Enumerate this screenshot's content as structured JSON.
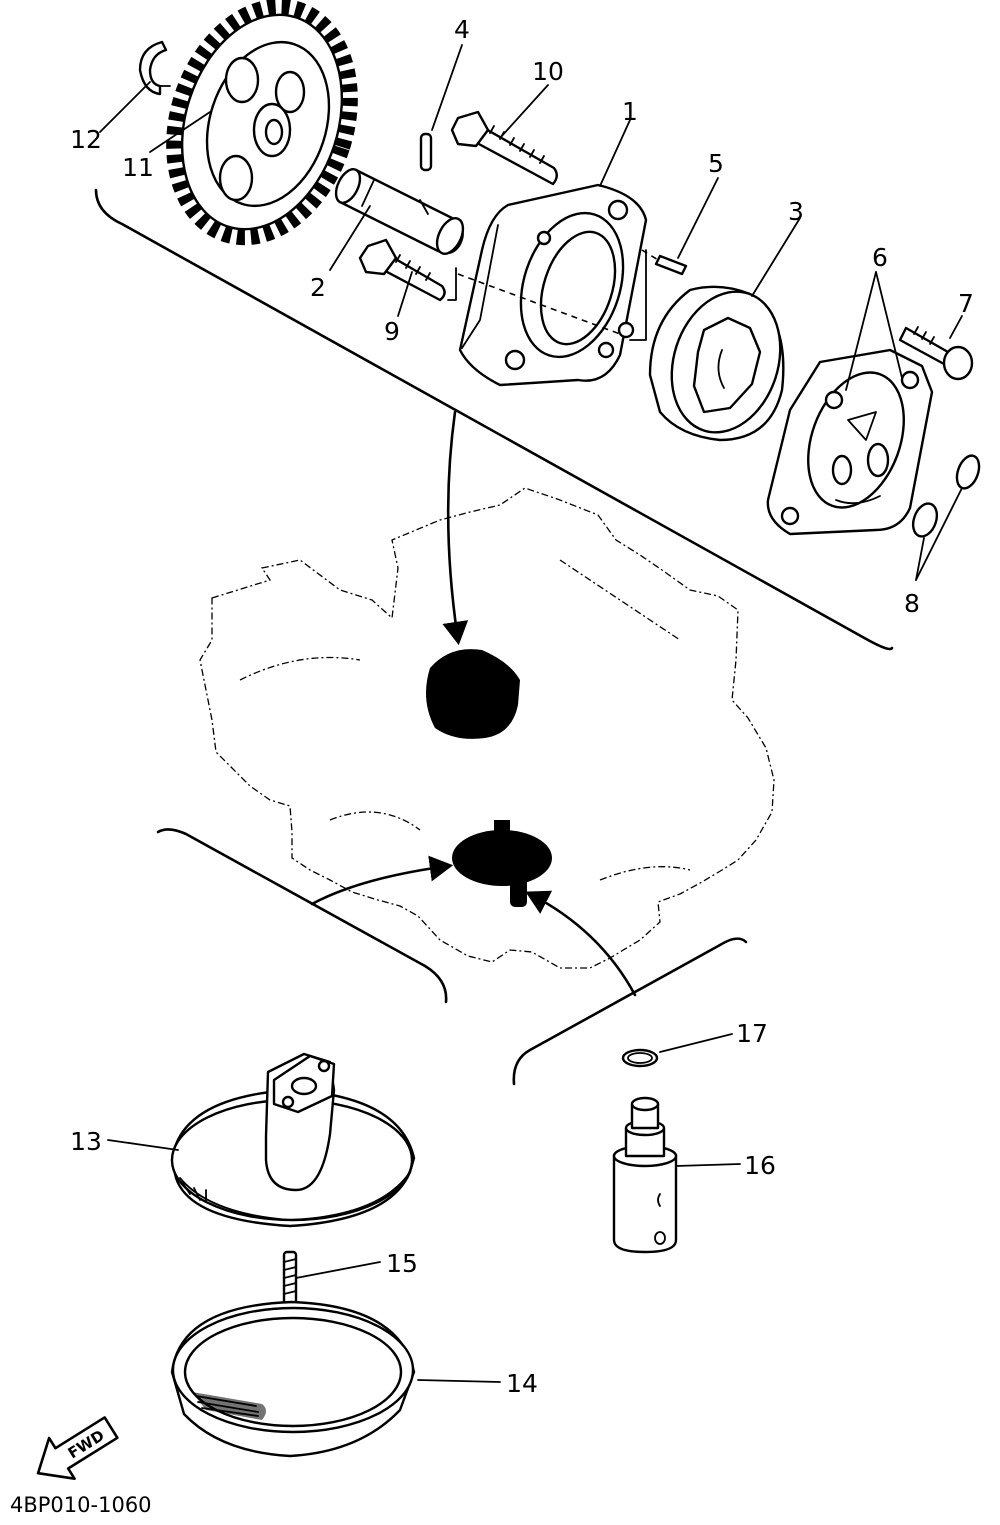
{
  "diagram": {
    "callouts": [
      {
        "id": "1",
        "text": "1"
      },
      {
        "id": "2",
        "text": "2"
      },
      {
        "id": "3",
        "text": "3"
      },
      {
        "id": "4",
        "text": "4"
      },
      {
        "id": "5",
        "text": "5"
      },
      {
        "id": "6",
        "text": "6"
      },
      {
        "id": "7",
        "text": "7"
      },
      {
        "id": "8",
        "text": "8"
      },
      {
        "id": "9",
        "text": "9"
      },
      {
        "id": "10",
        "text": "10"
      },
      {
        "id": "11",
        "text": "11"
      },
      {
        "id": "12",
        "text": "12"
      },
      {
        "id": "13",
        "text": "13"
      },
      {
        "id": "14",
        "text": "14"
      },
      {
        "id": "15",
        "text": "15"
      },
      {
        "id": "16",
        "text": "16"
      },
      {
        "id": "17",
        "text": "17"
      }
    ],
    "direction_badge": "FWD",
    "drawing_code": "4BP010-1060"
  }
}
